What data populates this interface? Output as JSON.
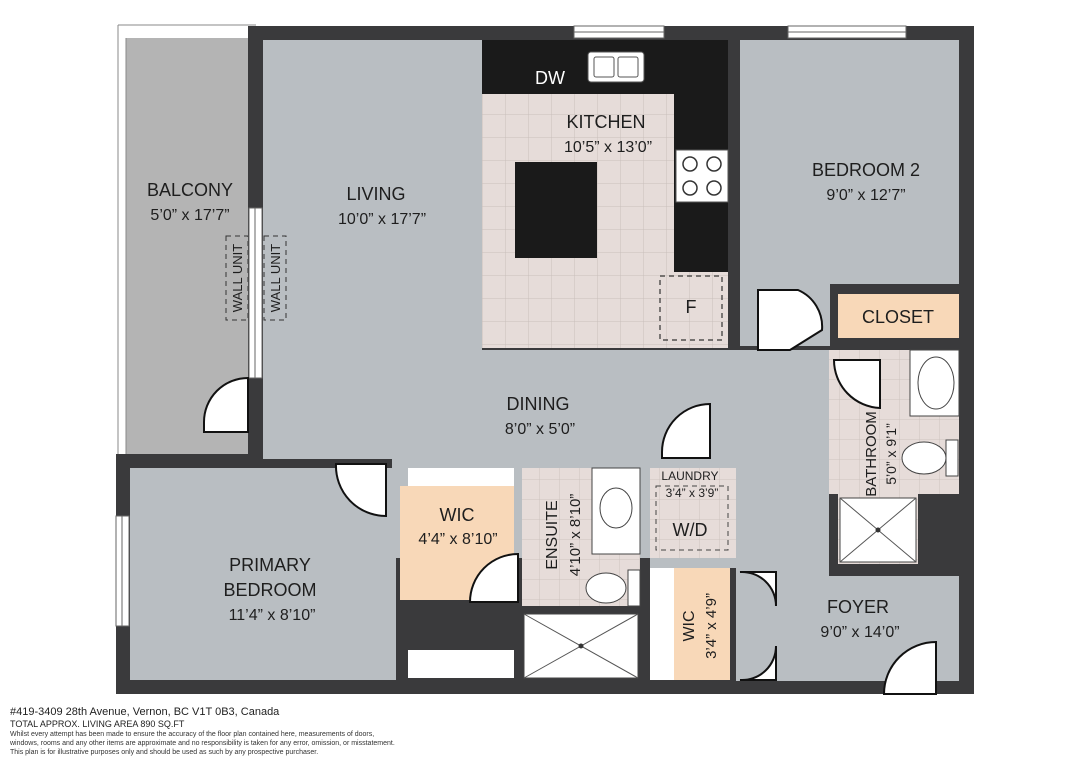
{
  "rooms": {
    "balcony": {
      "name": "BALCONY",
      "dims": "5’0” x 17’7”"
    },
    "living": {
      "name": "LIVING",
      "dims": "10’0” x 17’7”"
    },
    "kitchen": {
      "name": "KITCHEN",
      "dims": "10’5” x 13’0”"
    },
    "bedroom2": {
      "name": "BEDROOM 2",
      "dims": "9’0” x 12’7”"
    },
    "closet": {
      "name": "CLOSET"
    },
    "dining": {
      "name": "DINING",
      "dims": "8’0” x 5’0”"
    },
    "bathroom": {
      "name": "BATHROOM",
      "dims": "5’0” x 9’1”"
    },
    "laundry": {
      "name": "LAUNDRY",
      "dims": "3’4” x 3’9”",
      "unit": "W/D"
    },
    "primary": {
      "line1": "PRIMARY",
      "line2": "BEDROOM",
      "dims": "11’4” x 8’10”"
    },
    "wic1": {
      "name": "WIC",
      "dims": "4’4” x 8’10”"
    },
    "ensuite": {
      "name": "ENSUITE",
      "dims": "4’10” x 8’10”"
    },
    "wic2": {
      "name": "WIC",
      "dims": "3’4” x 4’9”"
    },
    "foyer": {
      "name": "FOYER",
      "dims": "9’0” x 14’0”"
    }
  },
  "fixtures": {
    "dishwasher": "DW",
    "fridge": "F",
    "wall_unit": "WALL UNIT"
  },
  "footer": {
    "address": "#419-3409 28th Avenue, Vernon, BC V1T 0B3, Canada",
    "area": "TOTAL APPROX. LIVING AREA 890 SQ.FT",
    "disclaimer1": "Whilst every attempt has been made to ensure the accuracy of the floor plan contained here, measurements of doors,",
    "disclaimer2": "windows, rooms and any other items are approximate and no responsibility is taken for any error, omission, or misstatement.",
    "disclaimer3": "This plan is for illustrative purposes only and should be used as such by any prospective purchaser."
  },
  "colors": {
    "wall": "#3a3a3c",
    "floor": "#b9bec2",
    "balcony": "#b4b4b4",
    "kitchen_tile": "#e6dcd9",
    "closet": "#f8d8b8",
    "counter": "#1a1a1a"
  }
}
